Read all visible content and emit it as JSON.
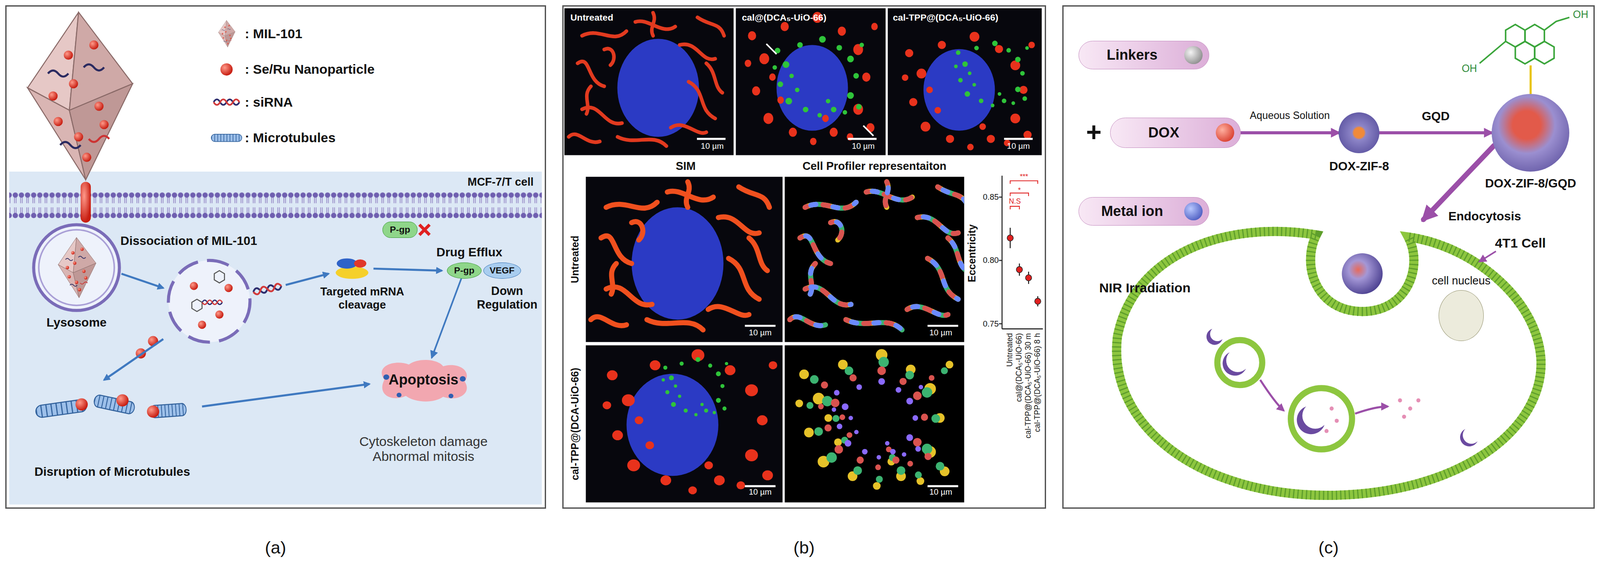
{
  "diagram": {
    "nodes": [
      {
        "text": [
          "(a)"
        ]
      },
      {
        "text": [
          "MCF-7/T cell"
        ],
        "in": 0
      },
      {
        "text": [
          "P-gp"
        ],
        "in": 1
      },
      {
        "text": [
          "P-gp"
        ],
        "in": 1
      },
      {
        "text": [
          "VEGF"
        ],
        "in": 1
      },
      {
        "text": [
          "Apoptosis"
        ],
        "in": 1
      },
      {
        "text": [
          "(b)"
        ]
      },
      {
        "text": [
          "(c)"
        ]
      },
      {
        "text": [
          "Linkers"
        ],
        "in": 7
      },
      {
        "text": [
          "DOX"
        ],
        "in": 7
      },
      {
        "text": [
          "Metal ion"
        ],
        "in": 7
      },
      {
        "text": [
          "DOX-ZIF-8"
        ],
        "in": 7
      },
      {
        "text": [
          "DOX-ZIF-8/GQD"
        ],
        "in": 7
      },
      {
        "text": [
          "4T1 Cell"
        ],
        "in": 7
      },
      {
        "text": [
          "cell nucleus"
        ],
        "in": 13
      }
    ],
    "edges": [
      {
        "from": 3,
        "to": 5,
        "arrow": "to"
      },
      {
        "from": 9,
        "to": 11,
        "label": "Aqueous Solution",
        "arrow": "to"
      },
      {
        "from": 11,
        "to": 12,
        "label": "GQD",
        "arrow": "to"
      },
      {
        "from": 12,
        "to": 13,
        "label": "Endocytosis",
        "arrow": "to"
      }
    ],
    "labels": [
      "Lysosome",
      "Dissociation of MIL-101",
      "Drug Efflux",
      "Targeted mRNA cleavage",
      "Down Regulation",
      "Disruption of Microtubules",
      "Cytoskeleton damage Abnormal mitosis",
      "Untreated",
      "cal@(DCA₅-UiO-66)",
      "cal-TPP@(DCA₅-UiO-66)",
      "10 µm",
      "10 µm",
      "10 µm",
      "SIM",
      "Cell Profiler representaiton",
      "Untreated",
      "cal-TPP@(DCA-UiO-66)",
      "10 µm",
      "10 µm",
      "10 µm",
      "10 µm",
      "Eccentricity",
      "0.85",
      "0.80",
      "0.75",
      "Untreated",
      "cal@(DCA₅-UiO-66)",
      "cal-TPP@(DCA₅-UiO-66) 30 m",
      "cal-TPP@(DCA₅-UiO-66) 8 h",
      "N.S",
      "*",
      "***",
      "+",
      "OH",
      "OH",
      "NIR Irradiation"
    ],
    "legend": [
      {
        "text": ": MIL-101"
      },
      {
        "text": ": Se/Ru Nanoparticle"
      },
      {
        "text": ": siRNA"
      },
      {
        "text": ": Microtubules"
      }
    ]
  }
}
